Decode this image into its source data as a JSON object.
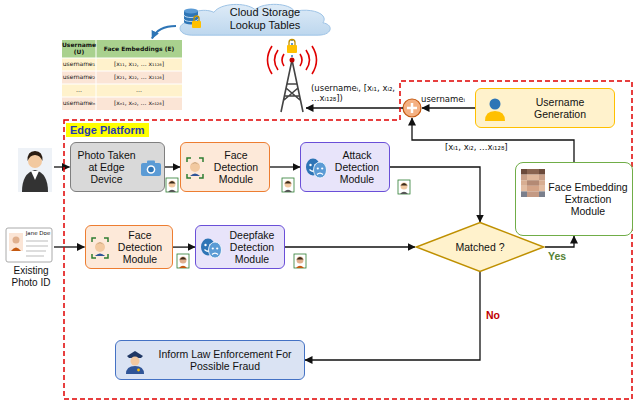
{
  "diagram": {
    "nodes": [
      {
        "text": [
          "Cloud Storage Lookup Tables"
        ]
      },
      {
        "text": [
          "Edge Platform"
        ]
      },
      {
        "text": [
          "Username Generation"
        ],
        "in": 1
      },
      {
        "text": [
          "Photo Taken at Edge Device"
        ],
        "in": 1
      },
      {
        "text": [
          "Face Detection Module"
        ],
        "in": 1
      },
      {
        "text": [
          "Attack Detection Module"
        ],
        "in": 1
      },
      {
        "text": [
          "Face Embedding Extraction Module"
        ],
        "in": 1
      },
      {
        "text": [
          "Face Detection Module"
        ],
        "in": 1
      },
      {
        "text": [
          "Deepfake Detection Module"
        ],
        "in": 1
      },
      {
        "text": [
          "Matched ?"
        ],
        "in": 1
      },
      {
        "text": [
          "Inform Law Enforcement For Possible Fraud"
        ],
        "in": 1
      }
    ],
    "edges": [
      {
        "from": 3,
        "to": 4,
        "arrow": "to"
      },
      {
        "from": 4,
        "to": 5,
        "arrow": "to"
      },
      {
        "from": 5,
        "to": 9,
        "arrow": "to"
      },
      {
        "from": 7,
        "to": 8,
        "arrow": "to"
      },
      {
        "from": 8,
        "to": 9,
        "arrow": "to"
      },
      {
        "from": 9,
        "to": 6,
        "label": "Yes",
        "arrow": "to"
      },
      {
        "from": 9,
        "to": 10,
        "label": "No",
        "arrow": "to"
      }
    ],
    "labels": [
      "(usernameᵢ, [xᵢ₁, xᵢ₂, …xᵢ₁₂₈])",
      "usernameᵢ",
      "[xᵢ₁, xᵢ₂, …xᵢ₁₂₈]",
      "Username (U)",
      "Face Embeddings (E)",
      "username₁",
      "[x₁₁, x₁₂, … x₁₁₂₈]",
      "username₂",
      "[x₂₁, x₂₂, … x₂₁₂₈]",
      "…",
      "…",
      "usernameₙ",
      "[xₙ₁, xₙ₂, … xₙ₁₂₈]",
      "Jane Doe",
      "Existing Photo ID"
    ]
  }
}
